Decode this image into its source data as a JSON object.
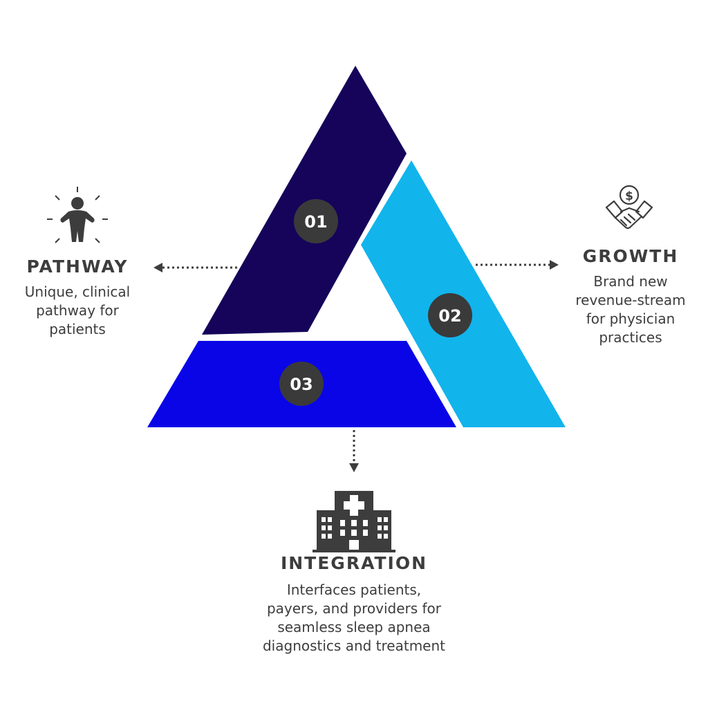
{
  "colors": {
    "segment_01": "#15045a",
    "segment_02": "#12b4ec",
    "segment_03": "#0a05e6",
    "badge": "#3a3a3a",
    "icon": "#3d3d3d",
    "text": "#3d3d3d"
  },
  "segments": [
    {
      "number": "01",
      "color_key": "segment_01"
    },
    {
      "number": "02",
      "color_key": "segment_02"
    },
    {
      "number": "03",
      "color_key": "segment_03"
    }
  ],
  "pathway": {
    "icon": "person-glow-icon",
    "title": "PATHWAY",
    "lines": [
      "Unique, clinical",
      "pathway for",
      "patients"
    ]
  },
  "growth": {
    "icon": "handshake-dollar-icon",
    "title": "GROWTH",
    "lines": [
      "Brand new",
      "revenue-stream",
      "for physician",
      "practices"
    ]
  },
  "integration": {
    "icon": "hospital-icon",
    "title": "INTEGRATION",
    "lines": [
      "Interfaces patients,",
      "payers, and providers for",
      "seamless sleep apnea",
      "diagnostics and treatment"
    ]
  }
}
